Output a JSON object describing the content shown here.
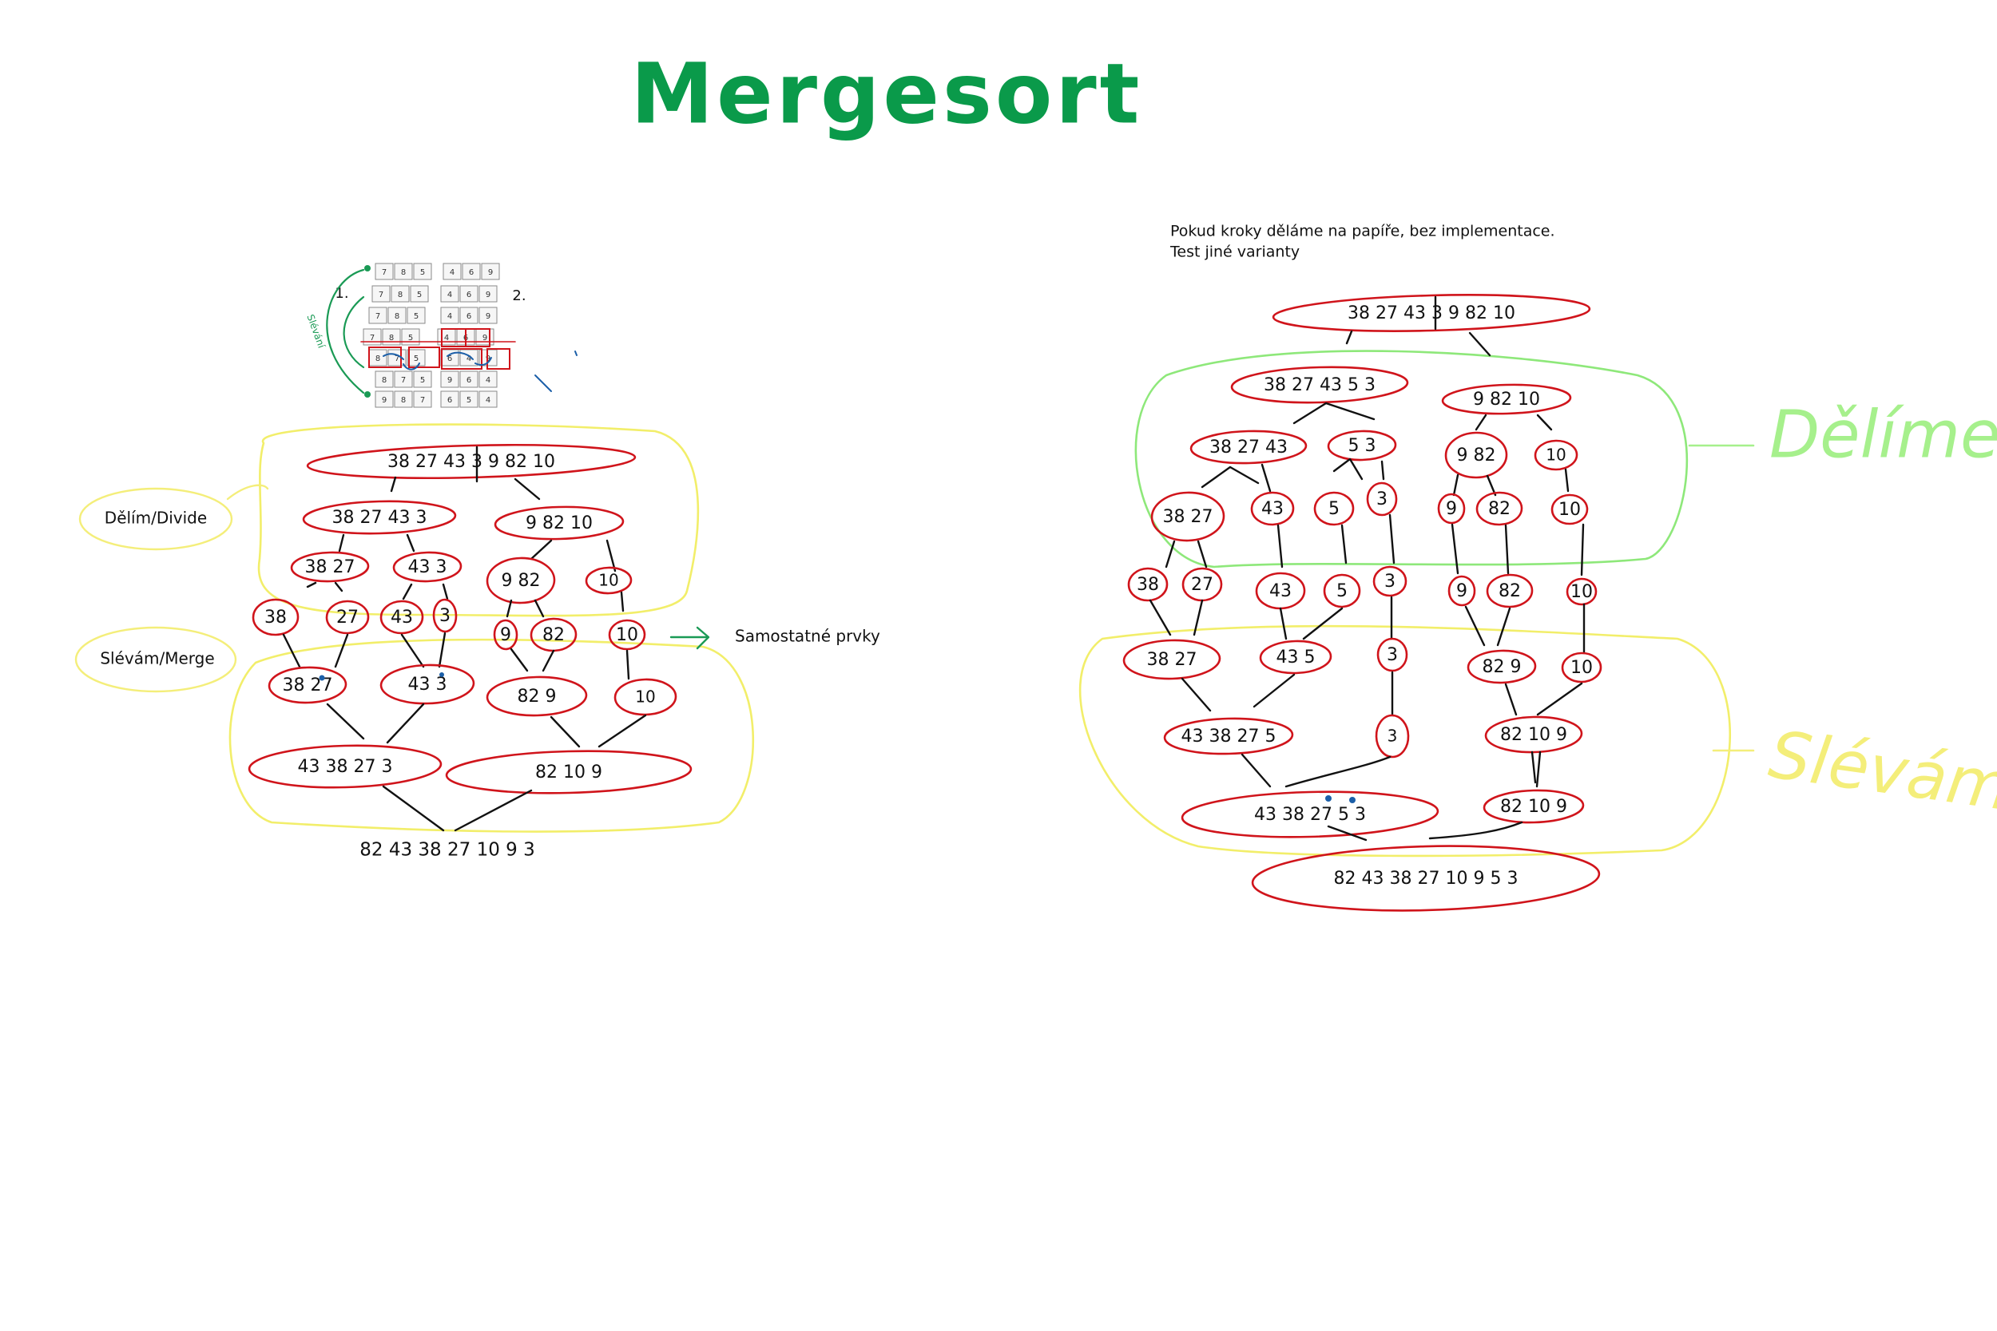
{
  "title": "Mergesort",
  "colors": {
    "title_green": "#0a9a4a",
    "node_red": "#d0141b",
    "group_yellow": "#f2ee6a",
    "group_green": "#8ee87a",
    "label_green": "#a6f08c",
    "label_yellow": "#f4ee7a",
    "arrow_green": "#1a9a55",
    "mark_blue": "#1b5fa8",
    "ink": "#111111"
  },
  "left_tree": {
    "divide_label": "Dělím/Divide",
    "merge_label": "Slévám/Merge",
    "singles_label": "Samostatné prvky",
    "root": "38   27   43   3   9   82   10",
    "d1": [
      "38  27   43   3",
      "9   82   10"
    ],
    "d2": [
      "38 27",
      "43 3",
      "9 82",
      "10"
    ],
    "singles": [
      "38",
      "27",
      "43",
      "3",
      "9",
      "82",
      "10"
    ],
    "m1": [
      "38  27",
      "43  3",
      "82  9",
      "10"
    ],
    "m2": [
      "43  38  27   3",
      "82   10    9"
    ],
    "result": "82  43  38  27  10  9  3"
  },
  "thumbnail": {
    "step1": "1.",
    "step2": "2.",
    "side_label": "Slévání",
    "rows": [
      [
        "7",
        "8",
        "5",
        "4",
        "6",
        "9"
      ],
      [
        "7",
        "8",
        "5",
        "4",
        "6",
        "9"
      ],
      [
        "7",
        "8",
        "5",
        "4",
        "6",
        "9"
      ],
      [
        "7",
        "8",
        "5",
        "4",
        "6",
        "9"
      ],
      [
        "8",
        "7",
        "5",
        "6",
        "4",
        "9"
      ],
      [
        "8",
        "7",
        "5",
        "9",
        "6",
        "4"
      ],
      [
        "9",
        "8",
        "7",
        "6",
        "5",
        "4"
      ]
    ]
  },
  "right_tree": {
    "note_line1": "Pokud kroky děláme na papíře, bez implementace.",
    "note_line2": "Test jiné varianty",
    "divide_label": "Dělíme",
    "merge_label": "Sléváme",
    "root": "38    27    43    3    9    82    10",
    "d1": [
      "38 27 43 5 3",
      "9   82   10"
    ],
    "d2": [
      "38  27  43",
      "5  3",
      "9  82",
      "10"
    ],
    "d3": [
      "38  27",
      "43",
      "5",
      "3",
      "9",
      "82",
      "10"
    ],
    "singles": [
      "38",
      "27",
      "43",
      "5",
      "3",
      "9",
      "82",
      "10"
    ],
    "m1": [
      "38  27",
      "43  5",
      "3",
      "82  9",
      "10"
    ],
    "m2": [
      "43  38  27  5",
      "3",
      "82  10  9"
    ],
    "m3": [
      "43  38  27  5  3",
      "82  10  9"
    ],
    "result": "82  43  38  27  10  9  5  3"
  }
}
